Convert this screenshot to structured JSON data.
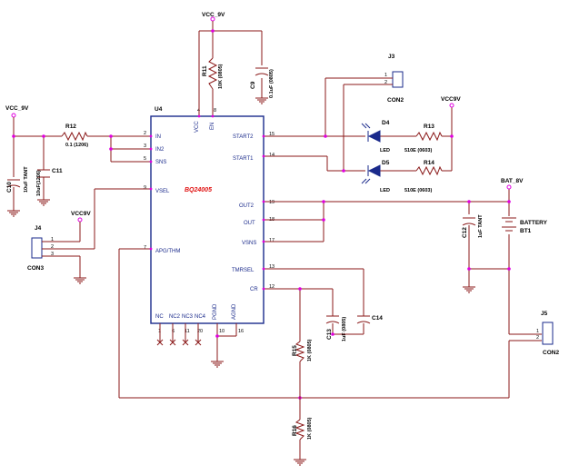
{
  "chip": {
    "ref": "U4",
    "name": "BQ24005",
    "left_pins": [
      {
        "num": "2",
        "name": "IN"
      },
      {
        "num": "3",
        "name": "IN2"
      },
      {
        "num": "5",
        "name": "SNS"
      },
      {
        "num": "9",
        "name": "VSEL"
      },
      {
        "num": "7",
        "name": "APG/THM"
      }
    ],
    "top_pins": [
      {
        "num": "4",
        "name": "VCC"
      },
      {
        "num": "8",
        "name": "EN"
      }
    ],
    "right_pins": [
      {
        "num": "15",
        "name": "START2"
      },
      {
        "num": "14",
        "name": "START1"
      },
      {
        "num": "19",
        "name": "OUT2"
      },
      {
        "num": "18",
        "name": "OUT"
      },
      {
        "num": "17",
        "name": "VSNS"
      },
      {
        "num": "13",
        "name": "TMRSEL"
      },
      {
        "num": "12",
        "name": "CR"
      }
    ],
    "bottom_pins": [
      {
        "num": "1",
        "name": "NC"
      },
      {
        "num": "6",
        "name": "NC2"
      },
      {
        "num": "11",
        "name": "NC3"
      },
      {
        "num": "20",
        "name": "NC4"
      },
      {
        "num": "10",
        "name": "PGND"
      },
      {
        "num": "16",
        "name": "AGND"
      }
    ]
  },
  "nets": {
    "vcc9v_top": "VCC_9V",
    "vcc9v_left": "VCC_9V",
    "vcc9v_j4": "VCC9V",
    "vcc9v_led": "VCC9V",
    "bat": "BAT_8V"
  },
  "parts": {
    "r12": {
      "ref": "R12",
      "value": "0.1 (1206)"
    },
    "c10": {
      "ref": "C10",
      "value": "10uF TANT"
    },
    "c11": {
      "ref": "C11",
      "value": "10uF(1206)"
    },
    "r11": {
      "ref": "R11",
      "value": "10K (0805)"
    },
    "c9": {
      "ref": "C9",
      "value": "0.1uF (0805)"
    },
    "j3": {
      "ref": "J3",
      "name": "CON2",
      "pin1": "1",
      "pin2": "2"
    },
    "d4": {
      "ref": "D4",
      "value": "LED"
    },
    "d5": {
      "ref": "D5",
      "value": "LED"
    },
    "r13": {
      "ref": "R13",
      "value": "510E (0603)"
    },
    "r14": {
      "ref": "R14",
      "value": "510E (0603)"
    },
    "j4": {
      "ref": "J4",
      "name": "CON3",
      "pin1": "1",
      "pin2": "2",
      "pin3": "3"
    },
    "c12": {
      "ref": "C12",
      "value": "1uF TANT"
    },
    "bt1": {
      "ref": "BT1",
      "value": "BATTERY"
    },
    "c13": {
      "ref": "C13",
      "value": "1uF (0805)"
    },
    "c14": {
      "ref": "C14",
      "value": ""
    },
    "r15": {
      "ref": "R15",
      "value": "1K (0805)"
    },
    "r16": {
      "ref": "R16",
      "value": "1K (0805)"
    },
    "j5": {
      "ref": "J5",
      "name": "CON2",
      "pin1": "1",
      "pin2": "2"
    }
  }
}
